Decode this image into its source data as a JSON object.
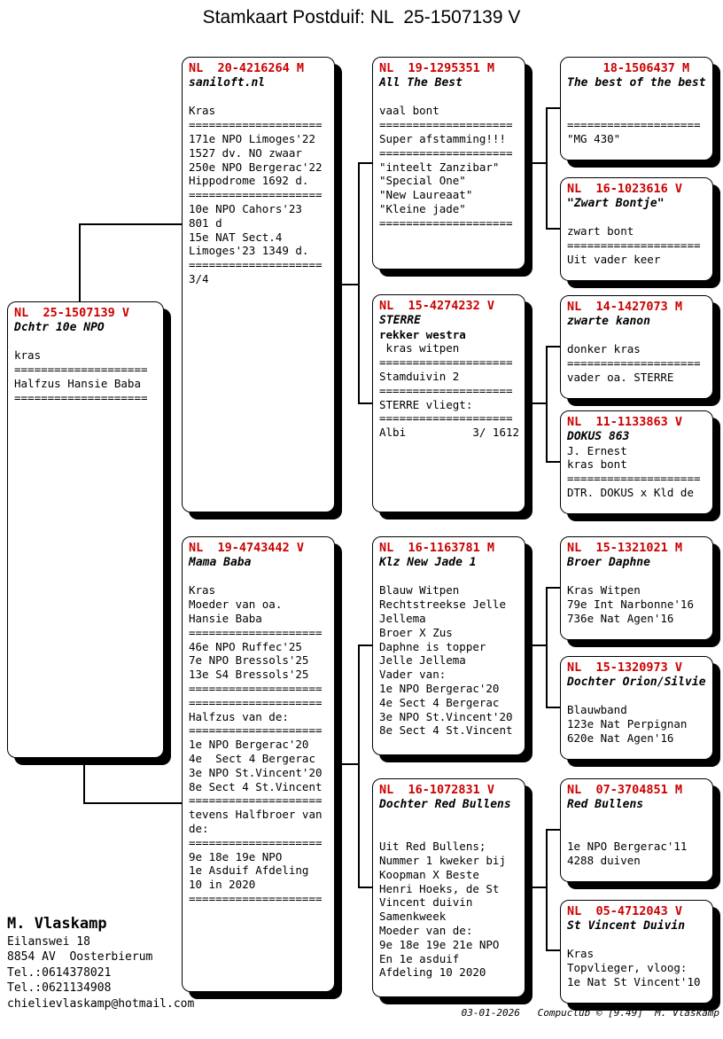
{
  "title": "Stamkaart Postduif: NL  25-1507139 V",
  "colors": {
    "ring_red": "#cc0000"
  },
  "boxes": {
    "subject": {
      "ring": "NL  25-1507139 V",
      "name": "Dchtr 10e NPO",
      "lines": [
        "",
        "kras",
        "====================",
        "Halfzus Hansie Baba",
        "===================="
      ]
    },
    "father": {
      "ring": "NL  20-4216264 M",
      "name": "saniloft.nl",
      "lines": [
        "",
        "Kras",
        "====================",
        "171e NPO Limoges'22",
        "1527 dv. NO zwaar",
        "250e NPO Bergerac'22",
        "Hippodrome 1692 d.",
        "====================",
        "10e NPO Cahors'23",
        "801 d",
        "15e NAT Sect.4",
        "Limoges'23 1349 d.",
        "====================",
        "3/4"
      ]
    },
    "mother": {
      "ring": "NL  19-4743442 V",
      "name": "Mama Baba",
      "lines": [
        "",
        "Kras",
        "Moeder van oa.",
        "Hansie Baba",
        "====================",
        "46e NPO Ruffec'25",
        "7e NPO Bressols'25",
        "13e S4 Bressols'25",
        "====================",
        "====================",
        "Halfzus van de:",
        "====================",
        "1e NPO Bergerac'20",
        "4e  Sect 4 Bergerac",
        "3e NPO St.Vincent'20",
        "8e Sect 4 St.Vincent",
        "====================",
        "tevens Halfbroer van",
        "de:",
        "====================",
        "9e 18e 19e NPO",
        "1e Asduif Afdeling",
        "10 in 2020",
        "===================="
      ]
    },
    "ff": {
      "ring": "NL  19-1295351 M",
      "name": "All The Best",
      "lines": [
        "",
        "vaal bont",
        "====================",
        "Super afstamming!!!",
        "====================",
        "\"inteelt Zanzibar\"",
        "\"Special One\"",
        "\"New Laureaat\"",
        "\"Kleine jade\"",
        "===================="
      ]
    },
    "fm": {
      "ring": "NL  15-4274232 V",
      "name": "STERRE",
      "lines": [
        {
          "t": "rekker westra",
          "b": true
        },
        " kras witpen",
        "====================",
        "Stamduivin 2",
        "====================",
        "STERRE vliegt:",
        "====================",
        "Albi          3/ 1612"
      ]
    },
    "mf": {
      "ring": "NL  16-1163781 M",
      "name": "Klz New Jade 1",
      "lines": [
        "",
        "Blauw Witpen",
        "Rechtstreekse Jelle",
        "Jellema",
        "Broer X Zus",
        "Daphne is topper",
        "Jelle Jellema",
        "Vader van:",
        "1e NPO Bergerac'20",
        "4e Sect 4 Bergerac",
        "3e NPO St.Vincent'20",
        "8e Sect 4 St.Vincent"
      ]
    },
    "mm": {
      "ring": "NL  16-1072831 V",
      "name": "Dochter Red Bullens",
      "lines": [
        "",
        "",
        "Uit Red Bullens;",
        "Nummer 1 kweker bij",
        "Koopman X Beste",
        "Henri Hoeks, de St",
        "Vincent duivin",
        "Samenkweek",
        "Moeder van de:",
        "9e 18e 19e 21e NPO",
        "En 1e asduif",
        "Afdeling 10 2020"
      ]
    },
    "fff": {
      "ring": "     18-1506437 M",
      "name": "The best of the best",
      "lines": [
        "",
        "",
        "====================",
        "\"MG 430\""
      ]
    },
    "ffm": {
      "ring": "NL  16-1023616 V",
      "name": "\"Zwart Bontje\"",
      "lines": [
        "",
        "zwart bont",
        "====================",
        "Uit vader keer"
      ]
    },
    "fmf": {
      "ring": "NL  14-1427073 M",
      "name": "zwarte kanon",
      "lines": [
        "",
        "donker kras",
        "====================",
        "vader oa. STERRE"
      ]
    },
    "fmm": {
      "ring": "NL  11-1133863 V",
      "name": "DOKUS 863",
      "lines": [
        "J. Ernest",
        "kras bont",
        "====================",
        "DTR. DOKUS x Kld de"
      ]
    },
    "mff": {
      "ring": "NL  15-1321021 M",
      "name": "Broer Daphne",
      "lines": [
        "",
        "Kras Witpen",
        "79e Int Narbonne'16",
        "736e Nat Agen'16"
      ]
    },
    "mfm": {
      "ring": "NL  15-1320973 V",
      "name": "Dochter Orion/Silvie",
      "lines": [
        "",
        "Blauwband",
        "123e Nat Perpignan",
        "620e Nat Agen'16"
      ]
    },
    "mmf": {
      "ring": "NL  07-3704851 M",
      "name": "Red Bullens",
      "lines": [
        "",
        "",
        "1e NPO Bergerac'11",
        "4288 duiven"
      ]
    },
    "mmm": {
      "ring": "NL  05-4712043 V",
      "name": "St Vincent Duivin",
      "lines": [
        "",
        "Kras",
        "Topvlieger, vloog:",
        "1e Nat St Vincent'10"
      ]
    }
  },
  "owner": {
    "name": "M. Vlaskamp",
    "lines": [
      "Eilanswei 18",
      "8854 AV  Oosterbierum",
      "Tel.:0614378021",
      "Tel.:0621134908",
      "chielievlaskamp@hotmail.com"
    ]
  },
  "footer": {
    "text": "03-01-2026   Compuclub © [9.49]  M. Vlaskamp"
  }
}
